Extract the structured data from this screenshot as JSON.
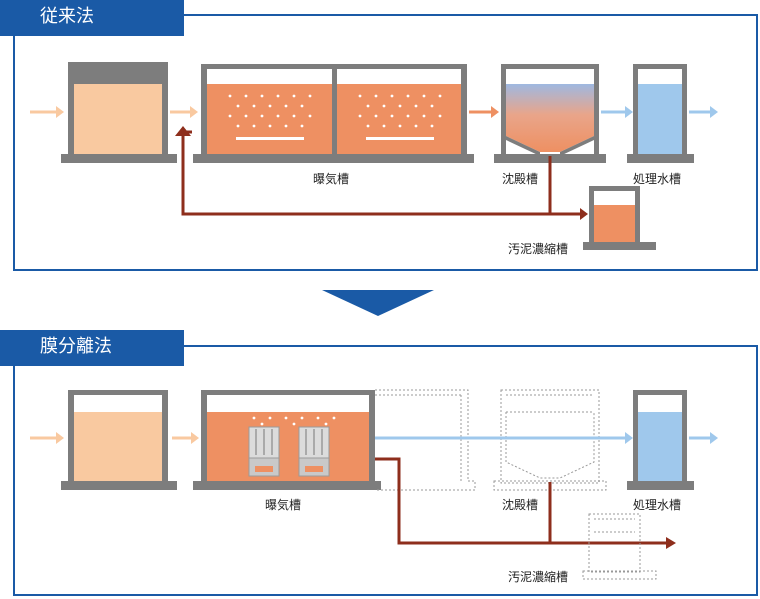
{
  "sections": {
    "conventional": {
      "title": "従来法",
      "labels": {
        "aeration_tank": "曝気槽",
        "settling_tank": "沈殿槽",
        "treated_water_tank": "処理水槽",
        "sludge_thickener": "汚泥濃縮槽"
      }
    },
    "membrane": {
      "title": "膜分離法",
      "labels": {
        "aeration_tank": "曝気槽",
        "settling_tank": "沈殿槽",
        "treated_water_tank": "処理水槽",
        "sludge_thickener": "汚泥濃縮槽"
      }
    }
  },
  "colors": {
    "accent_blue": "#1a5aa6",
    "tank_wall": "#7d7d7d",
    "influent": "#f9c9a0",
    "activated_sludge": "#ee9062",
    "treated_water": "#9fc8ec",
    "sludge_line": "#8e2e1c"
  }
}
